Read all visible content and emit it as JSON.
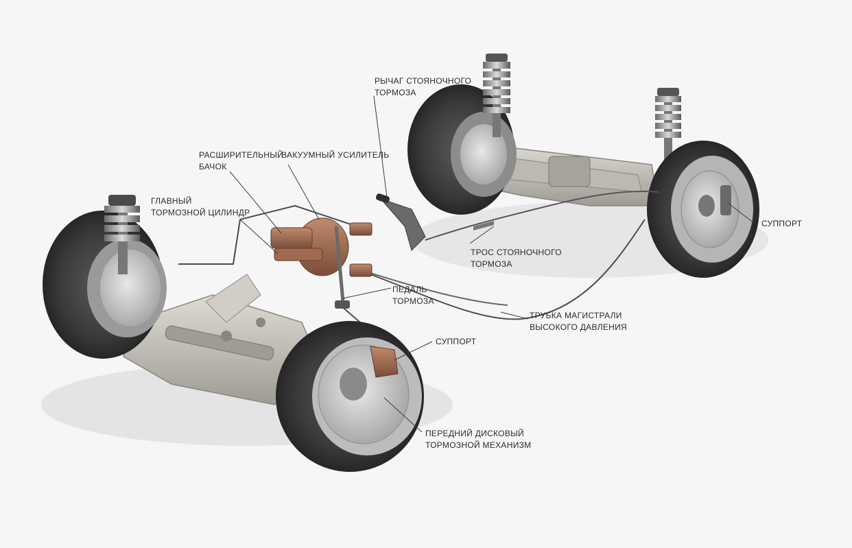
{
  "labels": {
    "handbrake_lever": [
      "РЫЧАГ СТОЯНОЧНОГО",
      "ТОРМОЗА"
    ],
    "expansion_tank": [
      "РАСШИРИТЕЛЬНЫЙ",
      "БАЧОК"
    ],
    "vacuum_booster": [
      "ВАКУУМНЫЙ УСИЛИТЕЛЬ"
    ],
    "master_cylinder": [
      "ГЛАВНЫЙ",
      "ТОРМОЗНОЙ ЦИЛИНДР"
    ],
    "caliper_rear": [
      "СУППОРТ"
    ],
    "handbrake_cable": [
      "ТРОС СТОЯНОЧНОГО",
      "ТОРМОЗА"
    ],
    "brake_pedal": [
      "ПЕДАЛЬ",
      "ТОРМОЗА"
    ],
    "high_pressure_line": [
      "ТРУБКА МАГИСТРАЛИ",
      "ВЫСОКОГО ДАВЛЕНИЯ"
    ],
    "caliper_front": [
      "СУППОРТ"
    ],
    "front_disc_brake": [
      "ПЕРЕДНИЙ ДИСКОВЫЙ",
      "ТОРМОЗНОЙ МЕХАНИЗМ"
    ]
  },
  "colors": {
    "background": "#f6f6f6",
    "tire": "#3a3a3a",
    "disc": "#cfcfcf",
    "subframe": "#c9c6c0",
    "brake_component": "#9a6a52",
    "leader_line": "#3a3a3a",
    "label_text": "#2a2a2a"
  }
}
